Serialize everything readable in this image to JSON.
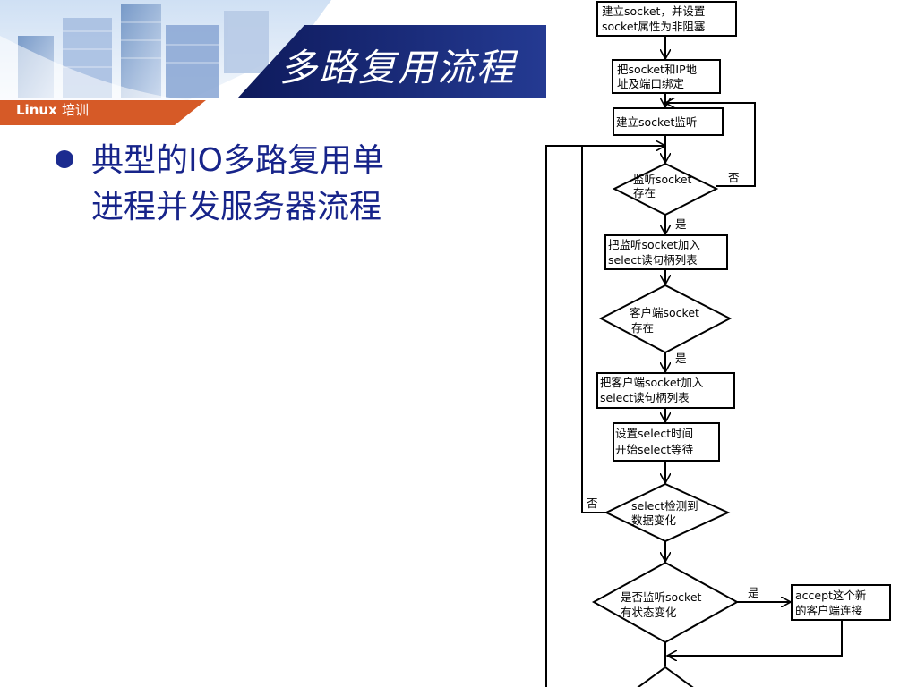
{
  "header": {
    "title": "多路复用流程",
    "course_label_en": "Linux",
    "course_label_zh": "培训"
  },
  "bullet": {
    "text_line1": "典型的IO多路复用单",
    "text_line2": "进程并发服务器流程"
  },
  "flowchart": {
    "create_socket": [
      "建立socket，并设置",
      "socket属性为非阻塞"
    ],
    "bind": [
      "把socket和IP地",
      "址及端口绑定"
    ],
    "listen": [
      "建立socket监听"
    ],
    "decision_listen": [
      "监听socket",
      "存在"
    ],
    "add_listen": [
      "把监听socket加入",
      "select读句柄列表"
    ],
    "decision_client": [
      "客户端socket",
      "存在"
    ],
    "add_client": [
      "把客户端socket加入",
      "select读句柄列表"
    ],
    "set_time": [
      "设置select时间",
      "开始select等待"
    ],
    "decision_select": [
      "select检测到",
      "数据变化"
    ],
    "decision_state": [
      "是否监听socket",
      "有状态变化"
    ],
    "accept": [
      "accept这个新",
      "的客户端连接"
    ],
    "labels": {
      "yes": "是",
      "no": "否"
    }
  },
  "colors": {
    "title_bar": "#1b2b7a",
    "orange_bar": "#d65a27",
    "bullet_text": "#17248a"
  }
}
